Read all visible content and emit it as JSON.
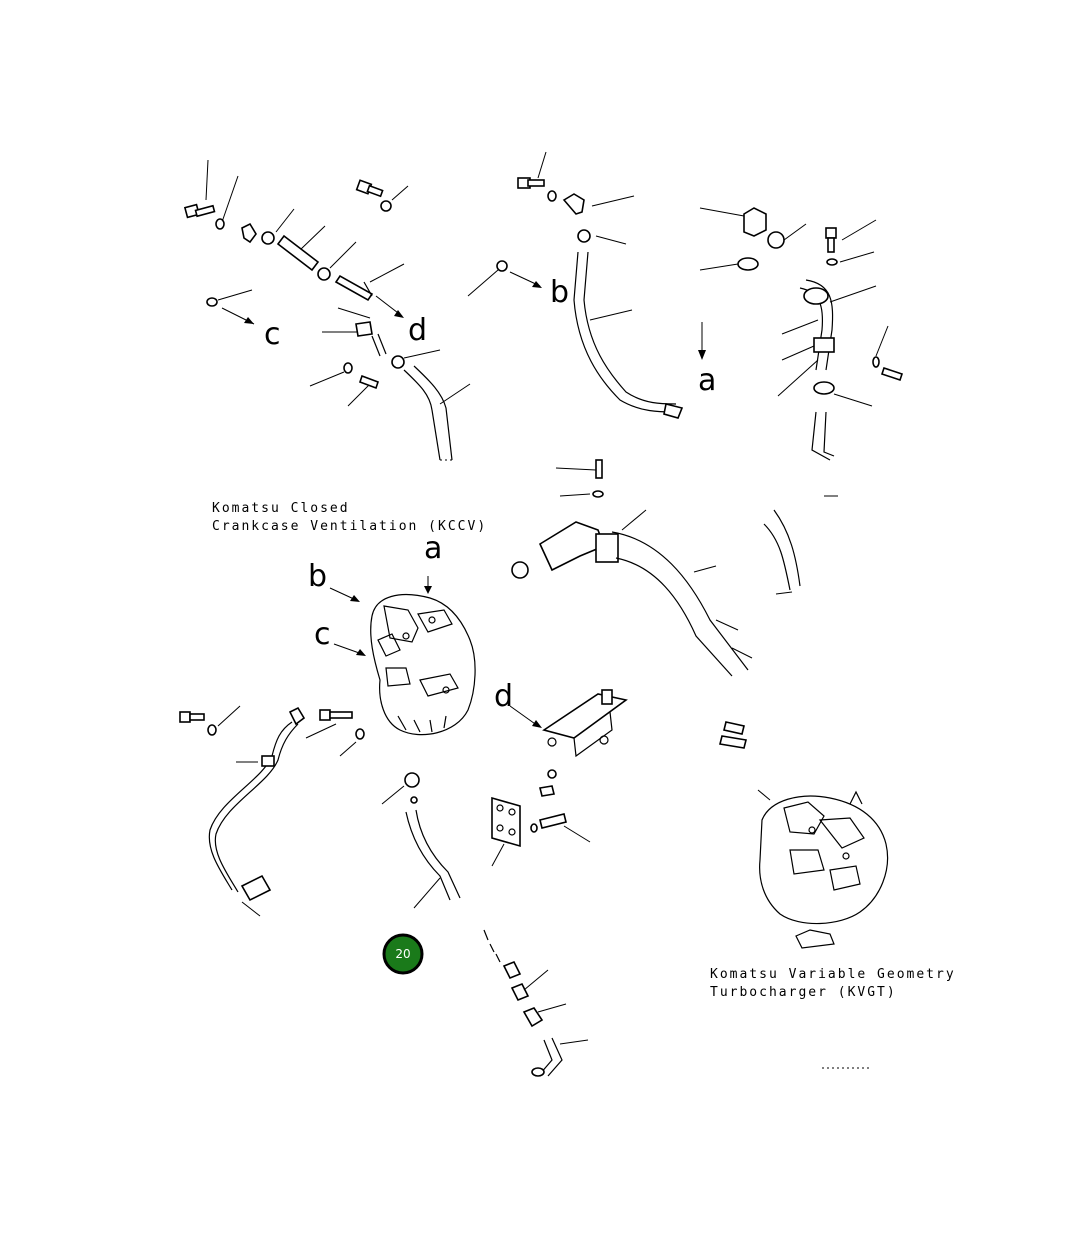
{
  "diagram": {
    "captions": {
      "kccv_line1": "Komatsu Closed",
      "kccv_line2": "Crankcase Ventilation (KCCV)",
      "kvgt_line1": "Komatsu Variable Geometry",
      "kvgt_line2": "Turbocharger (KVGT)"
    },
    "view_labels": {
      "a_top": "a",
      "b_top": "b",
      "c_top": "c",
      "d_top": "d",
      "a_main": "a",
      "b_main": "b",
      "c_main": "c",
      "d_main": "d"
    },
    "badge": {
      "number": "20",
      "color": "#1a7a1a"
    }
  }
}
